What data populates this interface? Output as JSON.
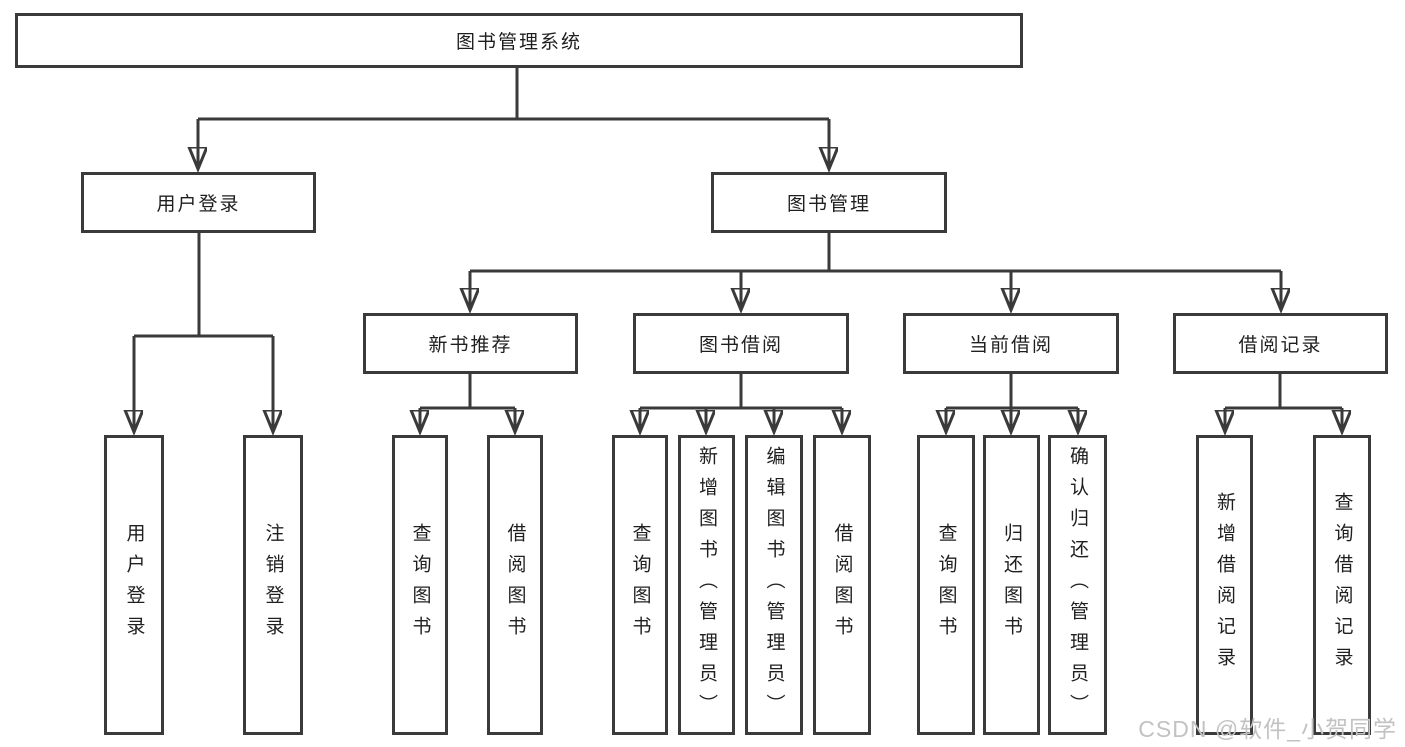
{
  "diagram": {
    "title": "图书管理系统",
    "root": {
      "label": "图书管理系统"
    },
    "branches": [
      {
        "label": "用户登录",
        "children": [
          {
            "label": "用户登录"
          },
          {
            "label": "注销登录"
          }
        ]
      },
      {
        "label": "图书管理",
        "children": [
          {
            "label": "新书推荐",
            "children": [
              {
                "label": "查询图书"
              },
              {
                "label": "借阅图书"
              }
            ]
          },
          {
            "label": "图书借阅",
            "children": [
              {
                "label": "查询图书"
              },
              {
                "label": "新增图书（管理员）"
              },
              {
                "label": "编辑图书（管理员）"
              },
              {
                "label": "借阅图书"
              }
            ]
          },
          {
            "label": "当前借阅",
            "children": [
              {
                "label": "查询图书"
              },
              {
                "label": "归还图书"
              },
              {
                "label": "确认归还（管理员）"
              }
            ]
          },
          {
            "label": "借阅记录",
            "children": [
              {
                "label": "新增借阅记录"
              },
              {
                "label": "查询借阅记录"
              }
            ]
          }
        ]
      }
    ]
  },
  "watermark": {
    "label": "CSDN @软件_小贺同学"
  },
  "colors": {
    "line": "#3a3a3a",
    "text": "#1f1f1f",
    "bg": "#ffffff",
    "watermark": "#c2c2c2"
  }
}
